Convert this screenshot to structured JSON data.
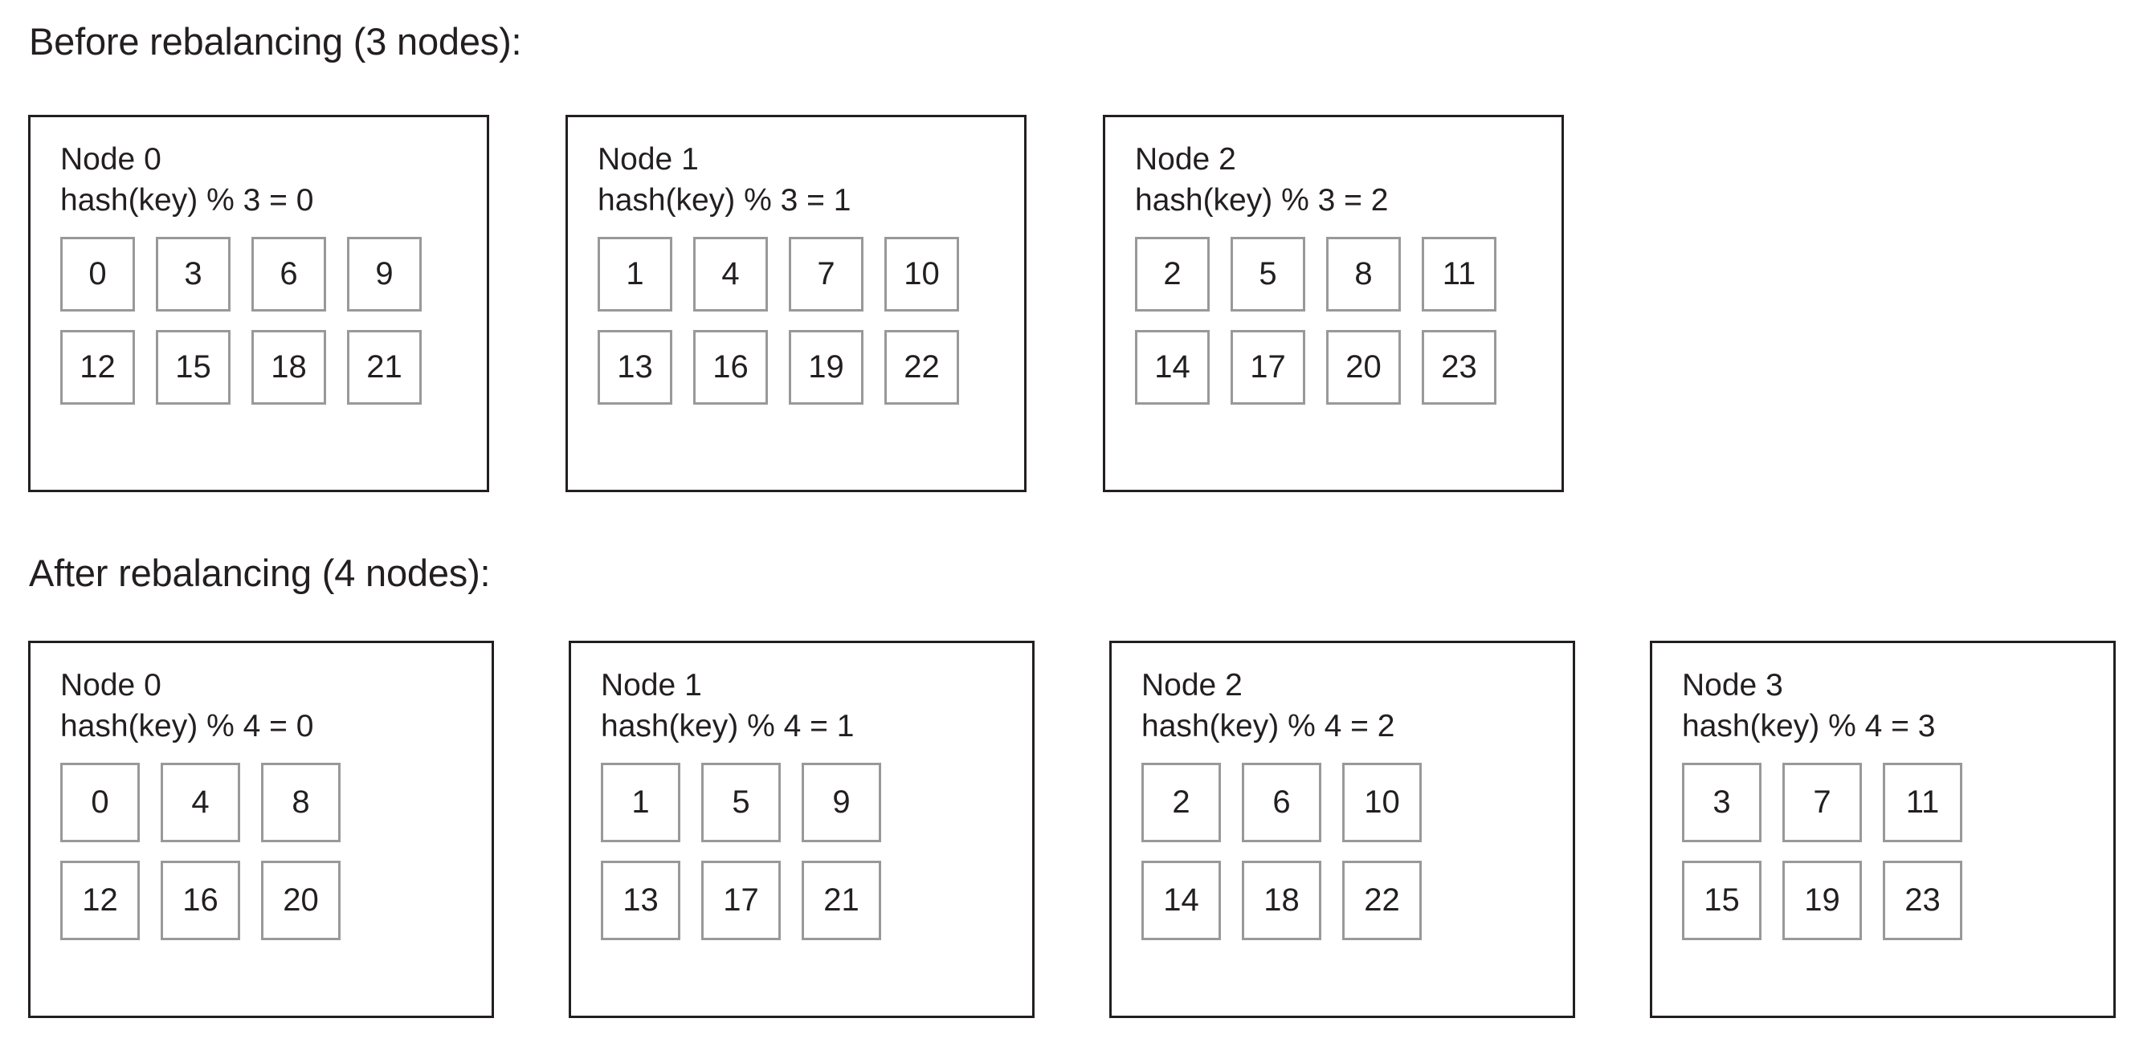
{
  "sections": [
    {
      "heading": "Before rebalancing (3 nodes):",
      "nodes": [
        {
          "title": "Node 0",
          "formula": "hash(key) % 3 = 0",
          "rows": [
            [
              "0",
              "3",
              "6",
              "9"
            ],
            [
              "12",
              "15",
              "18",
              "21"
            ]
          ]
        },
        {
          "title": "Node 1",
          "formula": "hash(key) % 3 = 1",
          "rows": [
            [
              "1",
              "4",
              "7",
              "10"
            ],
            [
              "13",
              "16",
              "19",
              "22"
            ]
          ]
        },
        {
          "title": "Node 2",
          "formula": "hash(key) % 3 = 2",
          "rows": [
            [
              "2",
              "5",
              "8",
              "11"
            ],
            [
              "14",
              "17",
              "20",
              "23"
            ]
          ]
        }
      ]
    },
    {
      "heading": "After rebalancing (4 nodes):",
      "nodes": [
        {
          "title": "Node 0",
          "formula": "hash(key) % 4 = 0",
          "rows": [
            [
              "0",
              "4",
              "8"
            ],
            [
              "12",
              "16",
              "20"
            ]
          ]
        },
        {
          "title": "Node 1",
          "formula": "hash(key) % 4 = 1",
          "rows": [
            [
              "1",
              "5",
              "9"
            ],
            [
              "13",
              "17",
              "21"
            ]
          ]
        },
        {
          "title": "Node 2",
          "formula": "hash(key) % 4 = 2",
          "rows": [
            [
              "2",
              "6",
              "10"
            ],
            [
              "14",
              "18",
              "22"
            ]
          ]
        },
        {
          "title": "Node 3",
          "formula": "hash(key) % 4 = 3",
          "rows": [
            [
              "3",
              "7",
              "11"
            ],
            [
              "15",
              "19",
              "23"
            ]
          ]
        }
      ]
    }
  ],
  "colors": {
    "background": "#ffffff",
    "text": "#231f20",
    "node_border": "#231f20",
    "key_border": "#999999"
  }
}
